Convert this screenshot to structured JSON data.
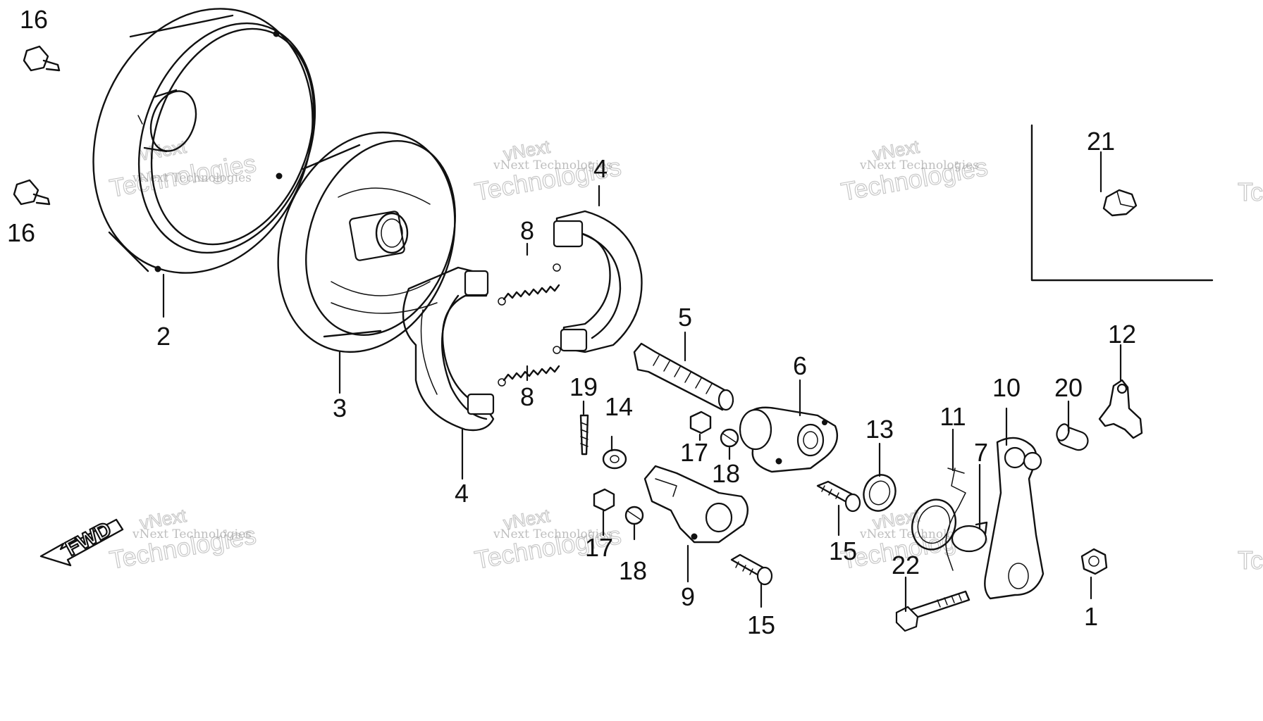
{
  "watermark": {
    "line1": "vNext Technologies",
    "line2": "Technologies",
    "line_small": "vNext",
    "edge_fragment": "Tc"
  },
  "direction_label": "FWD",
  "callouts": {
    "c1": "1",
    "c2": "2",
    "c3": "3",
    "c4a": "4",
    "c4b": "4",
    "c5": "5",
    "c6": "6",
    "c7": "7",
    "c8a": "8",
    "c8b": "8",
    "c9": "9",
    "c10": "10",
    "c11": "11",
    "c12": "12",
    "c13": "13",
    "c14": "14",
    "c15a": "15",
    "c15b": "15",
    "c16a": "16",
    "c16b": "16",
    "c17a": "17",
    "c17b": "17",
    "c18a": "18",
    "c18b": "18",
    "c19": "19",
    "c20": "20",
    "c21": "21",
    "c22": "22"
  },
  "colors": {
    "ink": "#111111",
    "watermark": "#8a8a8a",
    "background": "#ffffff"
  }
}
